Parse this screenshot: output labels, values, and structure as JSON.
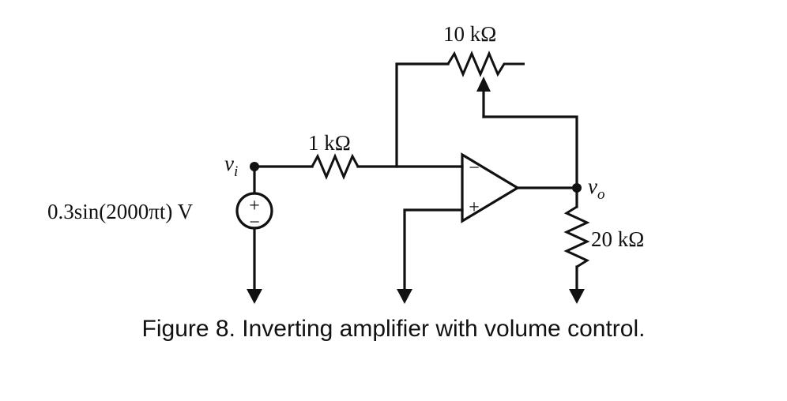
{
  "figure": {
    "caption": "Figure 8. Inverting amplifier with volume control.",
    "background_color": "#ffffff",
    "ink_color": "#111111"
  },
  "labels": {
    "source_value": "0.3sin(2000πt) V",
    "source_plus": "+",
    "source_minus": "−",
    "input_node": "v",
    "input_node_sub": "i",
    "output_node": "v",
    "output_node_sub": "o",
    "series_resistor": "1 kΩ",
    "feedback_pot": "10 kΩ",
    "load_resistor": "20 kΩ",
    "opamp_inverting": "−",
    "opamp_noninverting": "+"
  },
  "chart_data": {
    "type": "diagram",
    "title": "Figure 8. Inverting amplifier with volume control.",
    "components": [
      {
        "id": "vs",
        "type": "voltage-source",
        "label": "0.3sin(2000πt) V",
        "polarity_top": "+",
        "polarity_bottom": "−",
        "nodes": [
          "vi",
          "gnd"
        ]
      },
      {
        "id": "r1",
        "type": "resistor",
        "label": "1 kΩ",
        "value": 1,
        "unit": "kΩ",
        "orientation": "horizontal",
        "nodes": [
          "vi",
          "vn"
        ]
      },
      {
        "id": "rf",
        "type": "potentiometer",
        "label": "10 kΩ",
        "value": 10,
        "unit": "kΩ",
        "orientation": "horizontal",
        "nodes": [
          "vn",
          "wiper",
          "open"
        ],
        "note": "wiper connected to vo"
      },
      {
        "id": "u1",
        "type": "opamp",
        "inverting_input": "vn",
        "noninverting_input": "gnd",
        "output": "vo"
      },
      {
        "id": "rl",
        "type": "resistor",
        "label": "20 kΩ",
        "value": 20,
        "unit": "kΩ",
        "orientation": "vertical",
        "nodes": [
          "vo",
          "gnd"
        ]
      }
    ],
    "nodes": [
      "vi",
      "vn",
      "vo",
      "gnd"
    ],
    "grounds": 3
  }
}
